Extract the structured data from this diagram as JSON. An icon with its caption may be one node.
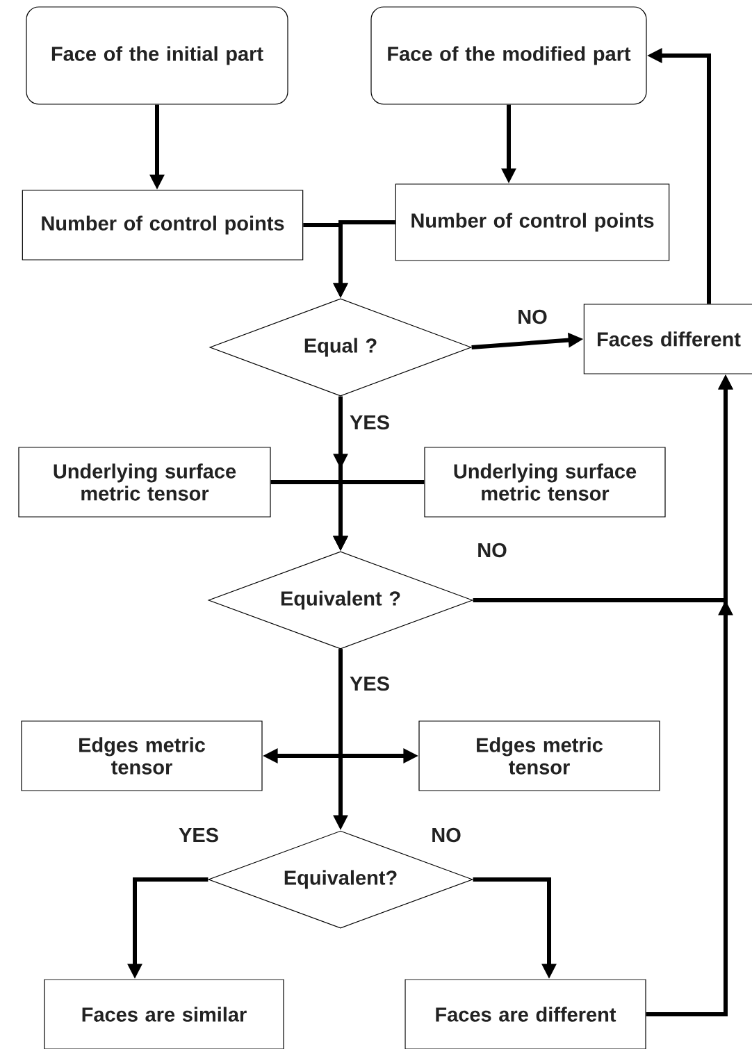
{
  "diagram": {
    "nodes": [
      {
        "text": [
          "Face of the initial part"
        ]
      },
      {
        "text": [
          "Face of the modified part"
        ]
      },
      {
        "text": [
          "Number of control points"
        ]
      },
      {
        "text": [
          "Number of control points"
        ]
      },
      {
        "text": [
          "Equal ?"
        ]
      },
      {
        "text": [
          "Faces different"
        ]
      },
      {
        "text": [
          "Underlying surface metric tensor"
        ]
      },
      {
        "text": [
          "Underlying surface metric tensor"
        ]
      },
      {
        "text": [
          "Equivalent ?"
        ]
      },
      {
        "text": [
          "Edges metric tensor"
        ]
      },
      {
        "text": [
          "Edges metric tensor"
        ]
      },
      {
        "text": [
          "Equivalent?"
        ]
      },
      {
        "text": [
          "Faces are similar"
        ]
      },
      {
        "text": [
          "Faces are different"
        ]
      }
    ],
    "edges": [
      {
        "from": 0,
        "to": 2,
        "arrow": "to"
      },
      {
        "from": 1,
        "to": 3,
        "arrow": "to"
      },
      {
        "from": 2,
        "to": 4,
        "arrow": "to"
      },
      {
        "from": 3,
        "to": 4,
        "arrow": "to"
      },
      {
        "from": 4,
        "to": 5,
        "arrow": "to",
        "label": "NO"
      },
      {
        "from": 4,
        "to": 8,
        "arrow": "to",
        "label": "YES"
      },
      {
        "from": 6,
        "to": 8,
        "arrow": "to"
      },
      {
        "from": 7,
        "to": 8,
        "arrow": "to"
      },
      {
        "from": 8,
        "to": 5,
        "arrow": "to",
        "label": "NO"
      },
      {
        "from": 8,
        "to": 11,
        "arrow": "to",
        "label": "YES"
      },
      {
        "from": 8,
        "to": 9,
        "arrow": "to"
      },
      {
        "from": 8,
        "to": 10,
        "arrow": "to"
      },
      {
        "from": 11,
        "to": 12,
        "arrow": "to",
        "label": "YES"
      },
      {
        "from": 11,
        "to": 13,
        "arrow": "to",
        "label": "NO"
      },
      {
        "from": 13,
        "to": 5,
        "arrow": "to"
      },
      {
        "from": 5,
        "to": 1,
        "arrow": "to"
      }
    ]
  }
}
